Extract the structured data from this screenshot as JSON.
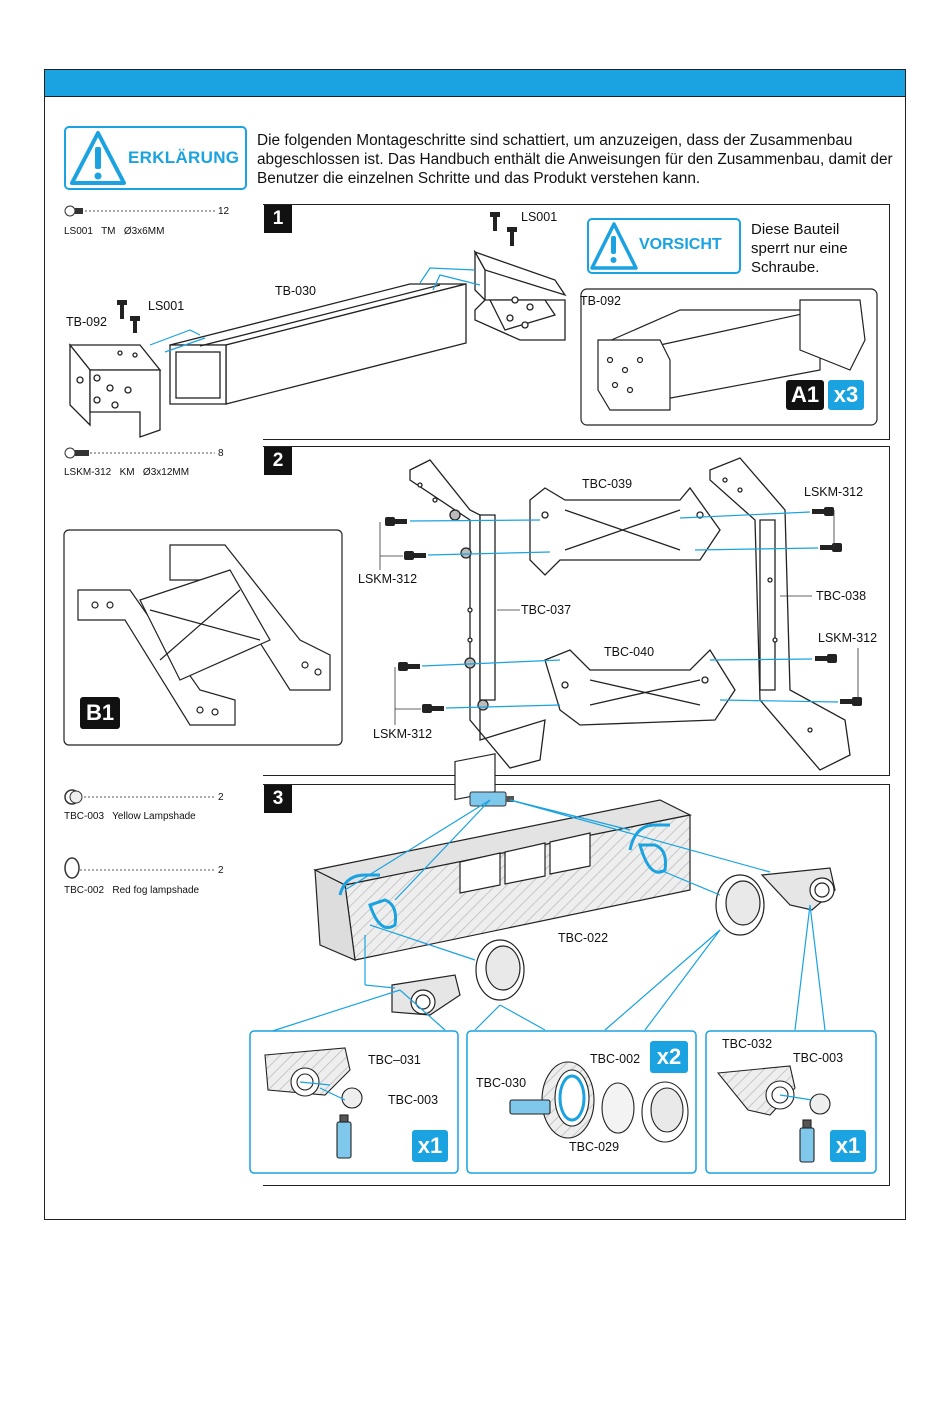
{
  "note": {
    "label": "ERKLÄRUNG",
    "text": "Die folgenden Montageschritte sind schattiert, um anzuzeigen, dass der Zusammenbau abgeschlossen ist. Das Handbuch enthält die Anweisungen für den Zusammenbau, damit der Benutzer die einzelnen Schritte und das Produkt verstehen kann."
  },
  "parts": [
    {
      "code": "LS001",
      "desc": "LS001   TM   Ø3x6MM",
      "qty": "12"
    },
    {
      "code": "LSKM-312",
      "desc": "LSKM-312   KM   Ø3x12MM",
      "qty": "8"
    },
    {
      "code": "TBC-003",
      "desc": "TBC-003   Yellow Lampshade",
      "qty": "2"
    },
    {
      "code": "TBC-002",
      "desc": "TBC-002   Red fog lampshade",
      "qty": "2"
    }
  ],
  "step1": {
    "number": "1",
    "labels": {
      "ls001_a": "LS001",
      "ls001_b": "LS001",
      "tb030": "TB-030",
      "tb092_a": "TB-092",
      "tb092_b": "TB-092"
    },
    "caution_label": "VORSICHT",
    "caution_text": "Diese Bauteil sperrt nur eine Schraube.",
    "result_badge": "A1",
    "result_count": "x3"
  },
  "step2": {
    "number": "2",
    "labels": {
      "tbc039": "TBC-039",
      "tbc037": "TBC-037",
      "tbc038": "TBC-038",
      "tbc040": "TBC-040",
      "lskm_a": "LSKM-312",
      "lskm_b": "LSKM-312",
      "lskm_c": "LSKM-312",
      "lskm_d": "LSKM-312"
    },
    "result_badge": "B1"
  },
  "step3": {
    "number": "3",
    "labels": {
      "tbc022": "TBC-022",
      "tbc031": "TBC–031",
      "tbc003_a": "TBC-003",
      "tbc030": "TBC-030",
      "tbc002": "TBC-002",
      "tbc029": "TBC-029",
      "tbc032": "TBC-032",
      "tbc003_b": "TBC-003"
    },
    "counts": {
      "left": "x1",
      "middle": "x2",
      "right": "x1"
    }
  },
  "colors": {
    "accent": "#1aa3e0",
    "ink": "#111111"
  }
}
